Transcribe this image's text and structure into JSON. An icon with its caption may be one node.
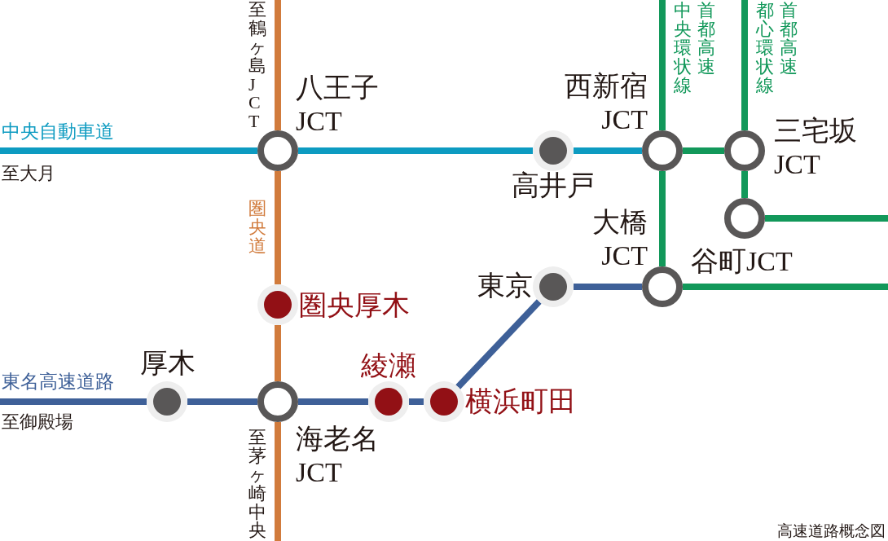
{
  "diagram": {
    "caption": "高速道路概念図",
    "nodes": [
      {
        "text": [
          "八王子JCT"
        ]
      },
      {
        "text": [
          "高井戸"
        ]
      },
      {
        "text": [
          "西新宿JCT"
        ]
      },
      {
        "text": [
          "三宅坂JCT"
        ]
      },
      {
        "text": [
          "谷町JCT"
        ]
      },
      {
        "text": [
          "東京"
        ]
      },
      {
        "text": [
          "大橋JCT"
        ]
      },
      {
        "text": [
          "圏央厚木"
        ]
      },
      {
        "text": [
          "厚木"
        ]
      },
      {
        "text": [
          "海老名JCT"
        ]
      },
      {
        "text": [
          "綾瀬"
        ]
      },
      {
        "text": [
          "横浜町田"
        ]
      }
    ],
    "edges": [
      {
        "from": null,
        "to": 0,
        "arrow": "none",
        "color": "#0d9bc1"
      },
      {
        "from": 0,
        "to": 1,
        "arrow": "none",
        "color": "#0d9bc1"
      },
      {
        "from": 1,
        "to": 2,
        "arrow": "none",
        "color": "#0d9bc1"
      },
      {
        "from": null,
        "to": 0,
        "arrow": "none",
        "color": "#d17b3c"
      },
      {
        "from": 0,
        "to": 7,
        "arrow": "none",
        "color": "#d17b3c"
      },
      {
        "from": 7,
        "to": 9,
        "arrow": "none",
        "color": "#d17b3c"
      },
      {
        "from": 9,
        "to": null,
        "arrow": "none",
        "color": "#d17b3c"
      },
      {
        "from": null,
        "to": 8,
        "arrow": "none",
        "color": "#3e6098"
      },
      {
        "from": 8,
        "to": 9,
        "arrow": "none",
        "color": "#3e6098"
      },
      {
        "from": 9,
        "to": 10,
        "arrow": "none",
        "color": "#3e6098"
      },
      {
        "from": 10,
        "to": 11,
        "arrow": "none",
        "color": "#3e6098"
      },
      {
        "from": 11,
        "to": 5,
        "arrow": "none",
        "color": "#3e6098"
      },
      {
        "from": 5,
        "to": 6,
        "arrow": "none",
        "color": "#3e6098"
      },
      {
        "from": null,
        "to": 2,
        "arrow": "none"
      },
      {
        "from": 2,
        "to": 3,
        "arrow": "none"
      },
      {
        "from": 2,
        "to": 6,
        "arrow": "none"
      },
      {
        "from": null,
        "to": 3,
        "arrow": "none"
      },
      {
        "from": 3,
        "to": 4,
        "arrow": "none"
      },
      {
        "from": 4,
        "to": null,
        "arrow": "none"
      },
      {
        "from": 6,
        "to": null,
        "arrow": "none"
      }
    ],
    "labels": [
      "至鶴ヶ島JCT",
      "首都高速",
      "中央環状線",
      "首都高速",
      "都心環状線",
      "中央自動車道",
      "至大月",
      "圏央道",
      "東名高速道路",
      "至御殿場",
      "至茅ヶ崎中央"
    ]
  }
}
